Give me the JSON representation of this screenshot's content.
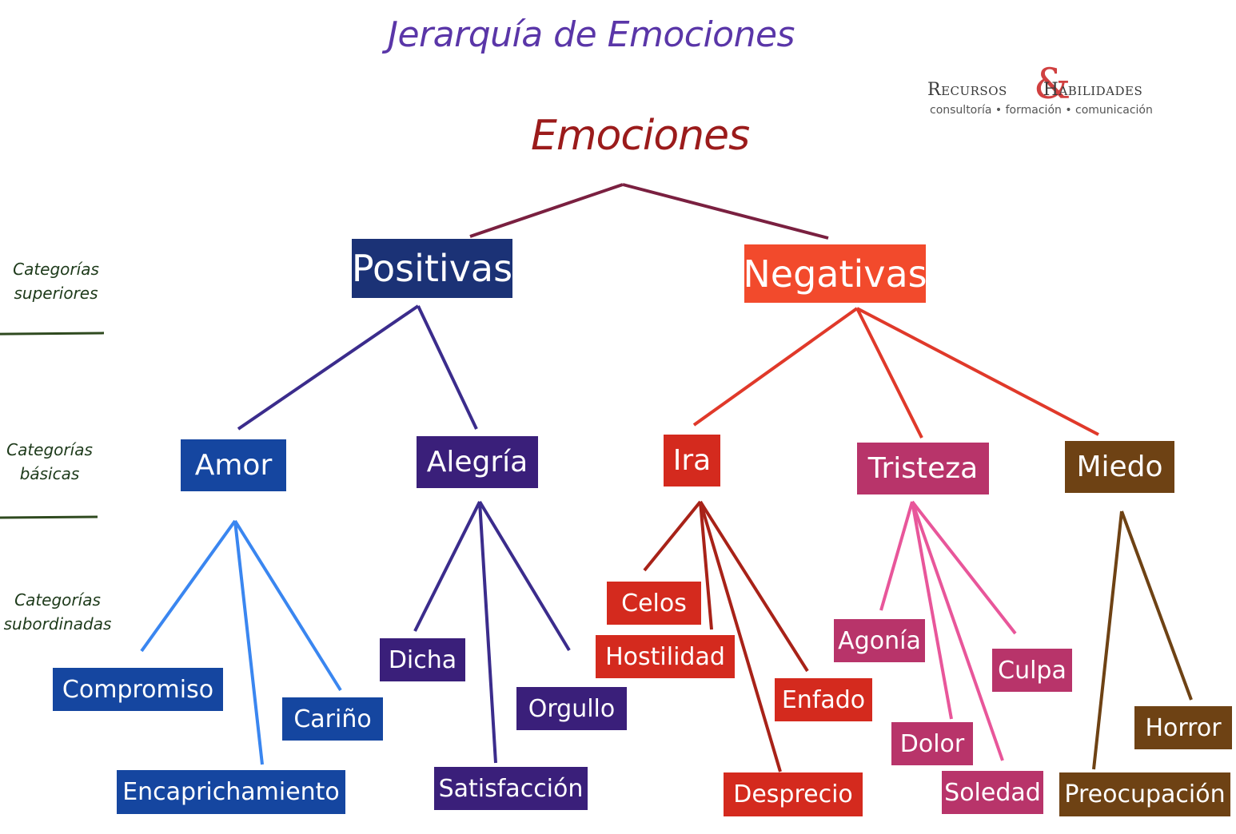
{
  "title": "Jerarquía de Emociones",
  "root": "Emociones",
  "logo": {
    "brand_left": "Recursos",
    "ampersand": "&",
    "brand_right": "Habilidades",
    "tagline": "consultoría • formación • comunicación"
  },
  "levels": {
    "superior": [
      "Categorías",
      "superiores"
    ],
    "basic": [
      "Categorías",
      "básicas"
    ],
    "subordinate": [
      "Categorías",
      "subordinadas"
    ]
  },
  "colors": {
    "title": "#5a36a8",
    "root": "#9b1b1b",
    "positivas": "#1b3276",
    "negativas": "#f24a2c",
    "amor": "#1546a0",
    "alegria": "#3a1f7a",
    "ira": "#d42a1e",
    "tristeza": "#b8346a",
    "miedo": "#6e4214"
  },
  "tree": {
    "positivas": "Positivas",
    "negativas": "Negativas",
    "amor": {
      "label": "Amor",
      "children": [
        "Compromiso",
        "Encaprichamiento",
        "Cariño"
      ]
    },
    "alegria": {
      "label": "Alegría",
      "children": [
        "Dicha",
        "Satisfacción",
        "Orgullo"
      ]
    },
    "ira": {
      "label": "Ira",
      "children": [
        "Celos",
        "Hostilidad",
        "Desprecio",
        "Enfado"
      ]
    },
    "tristeza": {
      "label": "Tristeza",
      "children": [
        "Agonía",
        "Dolor",
        "Soledad",
        "Culpa"
      ]
    },
    "miedo": {
      "label": "Miedo",
      "children": [
        "Preocupación",
        "Horror"
      ]
    }
  }
}
